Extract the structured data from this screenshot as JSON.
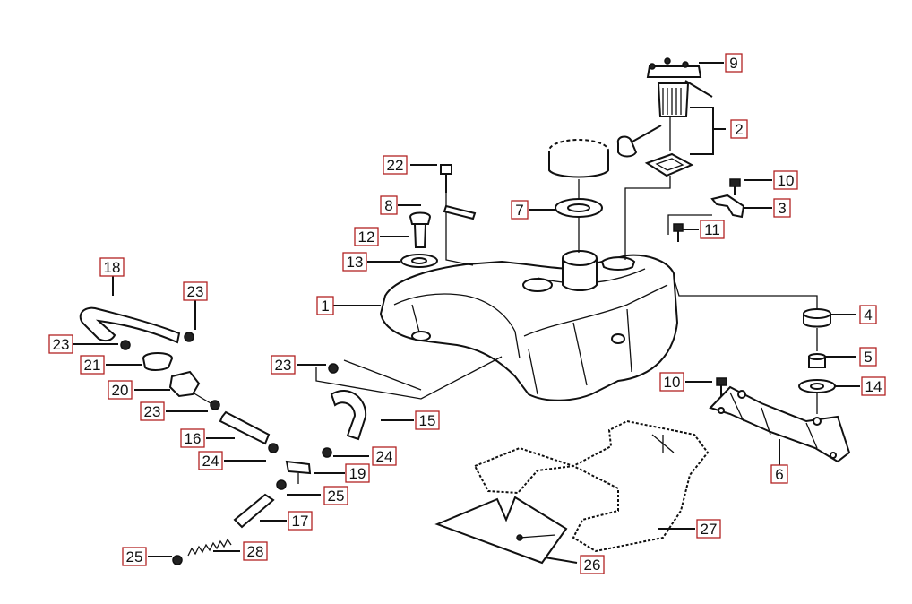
{
  "callouts": [
    {
      "id": "c1",
      "text": "1"
    },
    {
      "id": "c2",
      "text": "2"
    },
    {
      "id": "c3",
      "text": "3"
    },
    {
      "id": "c4",
      "text": "4"
    },
    {
      "id": "c5",
      "text": "5"
    },
    {
      "id": "c6",
      "text": "6"
    },
    {
      "id": "c7",
      "text": "7"
    },
    {
      "id": "c8",
      "text": "8"
    },
    {
      "id": "c9",
      "text": "9"
    },
    {
      "id": "c10a",
      "text": "10"
    },
    {
      "id": "c10b",
      "text": "10"
    },
    {
      "id": "c11",
      "text": "11"
    },
    {
      "id": "c12",
      "text": "12"
    },
    {
      "id": "c13",
      "text": "13"
    },
    {
      "id": "c14",
      "text": "14"
    },
    {
      "id": "c15",
      "text": "15"
    },
    {
      "id": "c16",
      "text": "16"
    },
    {
      "id": "c17",
      "text": "17"
    },
    {
      "id": "c18",
      "text": "18"
    },
    {
      "id": "c19",
      "text": "19"
    },
    {
      "id": "c20",
      "text": "20"
    },
    {
      "id": "c21",
      "text": "21"
    },
    {
      "id": "c22",
      "text": "22"
    },
    {
      "id": "c23a",
      "text": "23"
    },
    {
      "id": "c23b",
      "text": "23"
    },
    {
      "id": "c23c",
      "text": "23"
    },
    {
      "id": "c23d",
      "text": "23"
    },
    {
      "id": "c24a",
      "text": "24"
    },
    {
      "id": "c24b",
      "text": "24"
    },
    {
      "id": "c25a",
      "text": "25"
    },
    {
      "id": "c25b",
      "text": "25"
    },
    {
      "id": "c26",
      "text": "26"
    },
    {
      "id": "c27",
      "text": "27"
    },
    {
      "id": "c28",
      "text": "28"
    }
  ]
}
